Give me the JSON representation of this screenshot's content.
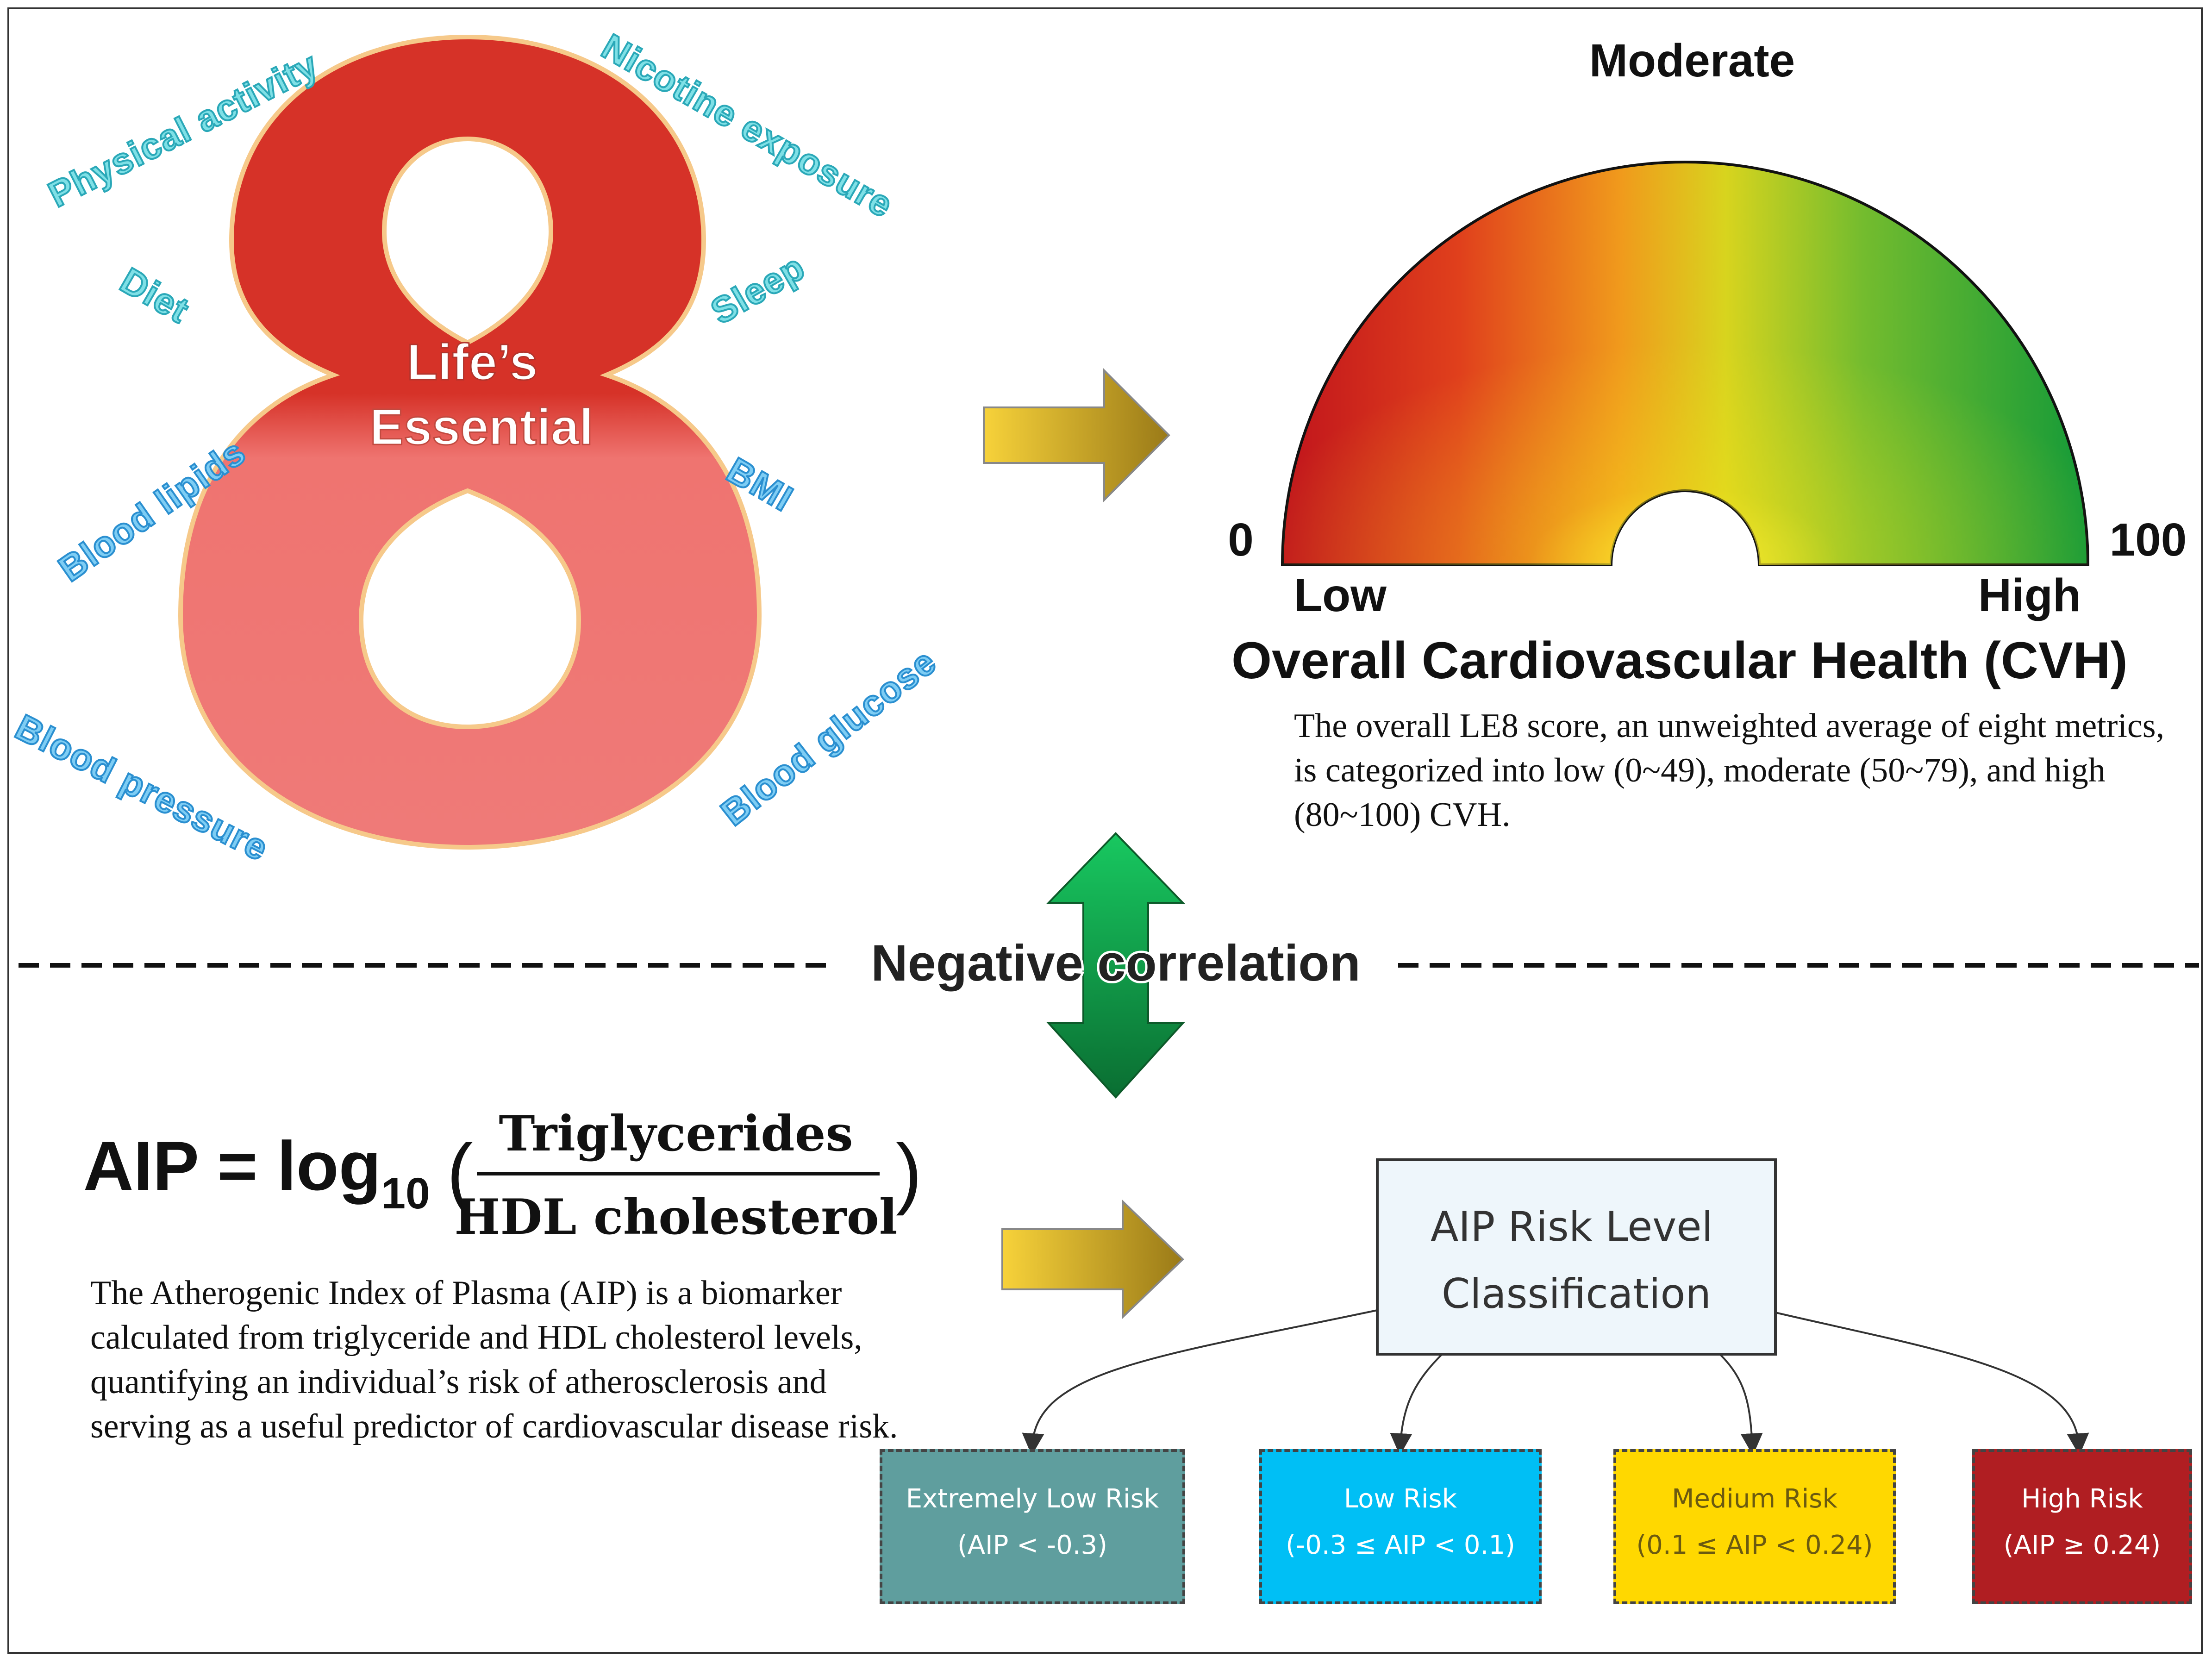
{
  "le8": {
    "digit": "8",
    "title_line1": "Life’s",
    "title_line2": "Essential",
    "metrics": [
      "Physical activity",
      "Nicotine exposure",
      "Diet",
      "Sleep",
      "Blood lipids",
      "BMI",
      "Blood pressure",
      "Blood glucose"
    ]
  },
  "gauge": {
    "top_label": "Moderate",
    "min_label": "0",
    "max_label": "100",
    "low_label": "Low",
    "high_label": "High",
    "title": "Overall Cardiovascular Health (CVH)",
    "description": "The overall LE8 score, an unweighted average of eight metrics, is categorized into low (0~49), moderate (50~79), and high (80~100) CVH.",
    "colors": {
      "low": "#c0141c",
      "moderate": "#f5e21a",
      "high": "#149a38"
    }
  },
  "divider": {
    "label": "Negative correlation"
  },
  "aip": {
    "formula_lhs": "AIP = log",
    "formula_sub": "10",
    "numerator": "Triglycerides",
    "denominator": "HDL cholesterol",
    "description": "The Atherogenic Index of Plasma (AIP) is a biomarker calculated from triglyceride and HDL cholesterol levels, quantifying an individual’s risk of atherosclerosis and serving as a useful predictor of cardiovascular disease risk."
  },
  "classification": {
    "title_line1": "AIP Risk Level",
    "title_line2": "Classification",
    "levels": [
      {
        "name": "Extremely Low Risk",
        "range": "(AIP < -0.3)",
        "color": "#5f9e9e"
      },
      {
        "name": "Low Risk",
        "range": "(-0.3 ≤ AIP < 0.1)",
        "color": "#00bff5"
      },
      {
        "name": "Medium Risk",
        "range": "(0.1 ≤ AIP < 0.24)",
        "color": "#ffd800"
      },
      {
        "name": "High Risk",
        "range": "(AIP ≥ 0.24)",
        "color": "#b01e22"
      }
    ]
  }
}
